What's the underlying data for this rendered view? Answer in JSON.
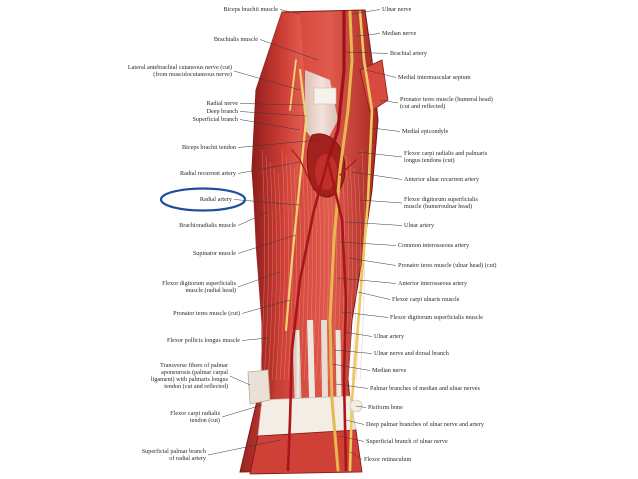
{
  "colors": {
    "muscle": "#c83a33",
    "muscle_dark": "#8e1c1a",
    "muscle_light": "#e46a5c",
    "tendon": "#f1ebe3",
    "nerve": "#f2d27a",
    "artery": "#b3141a",
    "highlight_ellipse": "#1f4f9a",
    "leader": "#3a3a3a",
    "label_text": "#2a2a2a"
  },
  "highlight": {
    "target_label": "Radial artery"
  },
  "labels_left": [
    {
      "id": "biceps-brachii-muscle",
      "lines": [
        "Biceps brachii muscle"
      ]
    },
    {
      "id": "brachialis-muscle",
      "lines": [
        "Brachialis muscle"
      ]
    },
    {
      "id": "lateral-antebrachial-cutaneous-nerve",
      "lines": [
        "Lateral antebrachial cutaneous nerve (cut)",
        "(from musculocutaneous nerve)"
      ]
    },
    {
      "id": "radial-nerve",
      "lines": [
        "Radial nerve"
      ]
    },
    {
      "id": "deep-branch",
      "lines": [
        "Deep branch"
      ]
    },
    {
      "id": "superficial-branch",
      "lines": [
        "Superficial branch"
      ]
    },
    {
      "id": "biceps-brachii-tendon",
      "lines": [
        "Biceps brachii tendon"
      ]
    },
    {
      "id": "radial-recurrent-artery",
      "lines": [
        "Radial recurrent artery"
      ]
    },
    {
      "id": "radial-artery",
      "lines": [
        "Radial artery"
      ]
    },
    {
      "id": "brachioradialis-muscle",
      "lines": [
        "Brachioradialis muscle"
      ]
    },
    {
      "id": "supinator-muscle",
      "lines": [
        "Supinator muscle"
      ]
    },
    {
      "id": "flexor-digitorum-superficialis-radial-head",
      "lines": [
        "Flexor digitorum superficialis",
        "muscle (radial head)"
      ]
    },
    {
      "id": "pronator-teres-muscle-cut",
      "lines": [
        "Pronator teres muscle (cut)"
      ]
    },
    {
      "id": "flexor-pollicis-longus-muscle",
      "lines": [
        "Flexor pollicis longus muscle"
      ]
    },
    {
      "id": "transverse-fibers-palmar-aponeurosis",
      "lines": [
        "Transverse fibers of palmar",
        "aponeurosis (palmar carpal",
        "ligament) with palmaris longus",
        "tendon (cut and reflected)"
      ]
    },
    {
      "id": "flexor-carpi-radialis-tendon-cut",
      "lines": [
        "Flexor carpi radialis",
        "tendon (cut)"
      ]
    },
    {
      "id": "superficial-palmar-branch-radial-artery",
      "lines": [
        "Superficial palmar branch",
        "of radial artery"
      ]
    }
  ],
  "labels_right": [
    {
      "id": "ulnar-nerve",
      "lines": [
        "Ulnar nerve"
      ]
    },
    {
      "id": "median-nerve",
      "lines": [
        "Median nerve"
      ]
    },
    {
      "id": "brachial-artery",
      "lines": [
        "Brachial artery"
      ]
    },
    {
      "id": "medial-intermuscular-septum",
      "lines": [
        "Medial intermuscular septum"
      ]
    },
    {
      "id": "pronator-teres-humeral-head",
      "lines": [
        "Pronator teres muscle (humeral head)",
        "(cut and reflected)"
      ]
    },
    {
      "id": "medial-epicondyle",
      "lines": [
        "Medial epicondyle"
      ]
    },
    {
      "id": "flexor-carpi-radialis-palmaris-longus-tendons",
      "lines": [
        "Flexor carpi radialis and palmaris",
        "longus tendons (cut)"
      ]
    },
    {
      "id": "anterior-ulnar-recurrent-artery",
      "lines": [
        "Anterior ulnar recurrent artery"
      ]
    },
    {
      "id": "flexor-digitorum-superficialis-humeroulnar",
      "lines": [
        "Flexor digitorum superficialis",
        "muscle (humeroulnar head)"
      ]
    },
    {
      "id": "ulnar-artery-upper",
      "lines": [
        "Ulnar artery"
      ]
    },
    {
      "id": "common-interosseous-artery",
      "lines": [
        "Common interosseous artery"
      ]
    },
    {
      "id": "pronator-teres-ulnar-head",
      "lines": [
        "Pronator teres muscle (ulnar head) (cut)"
      ]
    },
    {
      "id": "anterior-interosseous-artery",
      "lines": [
        "Anterior interosseous artery"
      ]
    },
    {
      "id": "flexor-carpi-ulnaris-muscle",
      "lines": [
        "Flexor carpi ulnaris muscle"
      ]
    },
    {
      "id": "flexor-digitorum-superficialis-muscle",
      "lines": [
        "Flexor digitorum superficialis muscle"
      ]
    },
    {
      "id": "ulnar-artery-lower",
      "lines": [
        "Ulnar artery"
      ]
    },
    {
      "id": "ulnar-nerve-dorsal-branch",
      "lines": [
        "Ulnar nerve and dorsal branch"
      ]
    },
    {
      "id": "median-nerve-lower",
      "lines": [
        "Median nerve"
      ]
    },
    {
      "id": "palmar-branches-median-ulnar",
      "lines": [
        "Palmar branches of median and ulnar nerves"
      ]
    },
    {
      "id": "pisiform-bone",
      "lines": [
        "Pisiform bone"
      ]
    },
    {
      "id": "deep-palmar-branches-ulnar",
      "lines": [
        "Deep palmar branches of ulnar nerve and artery"
      ]
    },
    {
      "id": "superficial-branch-ulnar-nerve",
      "lines": [
        "Superficial branch of ulnar nerve"
      ]
    },
    {
      "id": "flexor-retinaculum",
      "lines": [
        "Flexor retinaculum"
      ]
    }
  ]
}
